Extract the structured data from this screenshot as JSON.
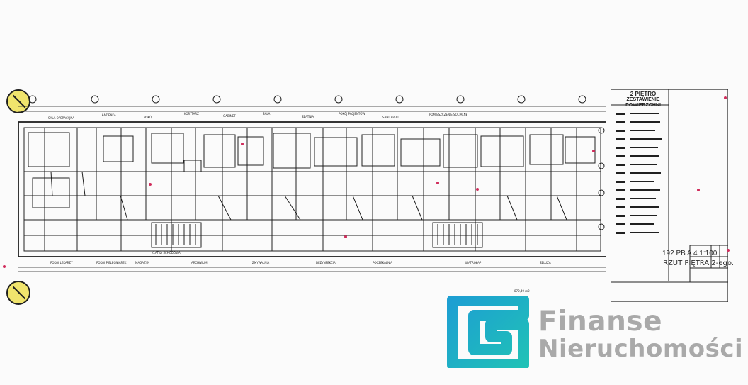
{
  "drawing": {
    "sheet_heading": "2 PIĘTRO",
    "sheet_subheading": "ZESTAWIENIE POWIERZCHNI",
    "sheet_number": "192",
    "sheet_code": "PB",
    "sheet_label_a": "A",
    "sheet_label_b": "4",
    "sheet_scale": "1:100",
    "sheet_title": "RZUT PIĘTRA 2-ego.",
    "room_labels": [
      "SALA OPERACYJNA",
      "ŁAZIENKA",
      "POKÓJ",
      "KORYTARZ",
      "GABINET",
      "SALA",
      "SZATNIA",
      "POKÓJ PACJENTÓW",
      "SANITARIAT",
      "POMIESZCZENIE SOCJALNE",
      "KLATKA SCHODOWA",
      "POKÓJ LEKARZY",
      "POKÓJ PIELĘGNIAREK",
      "MAGAZYN",
      "ARCHIWUM",
      "ZMYWALNIA",
      "DEZYNFEKCJA",
      "POCZEKALNIA",
      "WIATROŁAP",
      "SZLUZA"
    ],
    "area_total": "870,49 m2"
  },
  "brand": {
    "line1": "Finanse",
    "line2": "Nieruchomości",
    "color_teal": "#1d9fd2",
    "color_green": "#20c1b7",
    "color_text": "#a9a9a9"
  },
  "marks": {
    "color_stop": "#f0e46d",
    "color_dot": "#d02c5b"
  }
}
